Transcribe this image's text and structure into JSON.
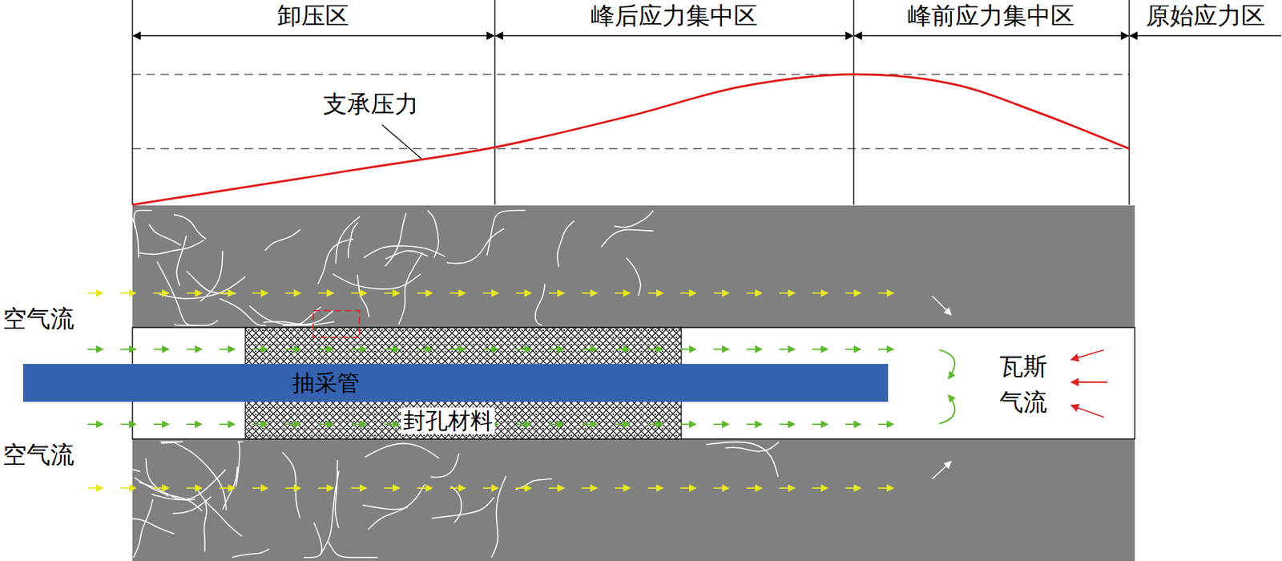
{
  "diagram": {
    "nodes": [
      {
        "text": [
          "抽采管"
        ]
      },
      {
        "text": [
          "封孔材料"
        ]
      }
    ],
    "labels": [
      "卸压区",
      "峰后应力集中区",
      "峰前应力集中区",
      "原始应力区",
      "支承压力",
      "空气流",
      "空气流",
      "瓦斯 气流"
    ]
  }
}
